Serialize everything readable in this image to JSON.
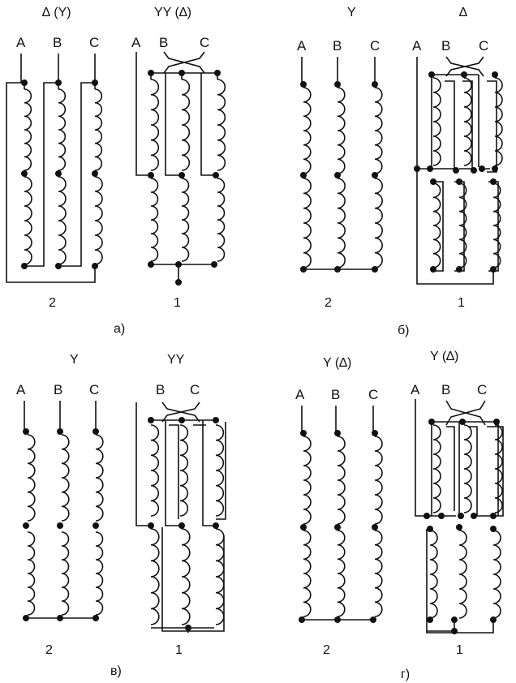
{
  "panels": [
    {
      "id": "a",
      "letter": "а)",
      "left": {
        "header": "∆ (Y)",
        "terminals": [
          "A",
          "B",
          "C"
        ],
        "number": "2"
      },
      "right": {
        "header": "YY (∆)",
        "terminals": [
          "A",
          "B",
          "C"
        ],
        "number": "1"
      }
    },
    {
      "id": "b",
      "letter": "б)",
      "left": {
        "header": "Y",
        "terminals": [
          "A",
          "B",
          "C"
        ],
        "number": "2"
      },
      "right": {
        "header": "∆",
        "terminals": [
          "A",
          "B",
          "C"
        ],
        "number": "1"
      }
    },
    {
      "id": "v",
      "letter": "в)",
      "left": {
        "header": "Y",
        "terminals": [
          "A",
          "B",
          "C"
        ],
        "number": "2"
      },
      "right": {
        "header": "YY",
        "terminals": [
          "B",
          "C"
        ],
        "number": "1"
      }
    },
    {
      "id": "g",
      "letter": "г)",
      "left": {
        "header": "Y (∆)",
        "terminals": [
          "A",
          "B",
          "C"
        ],
        "number": "2"
      },
      "right": {
        "header": "Y (∆)",
        "terminals": [
          "A",
          "B",
          "C"
        ],
        "number": "1"
      }
    }
  ],
  "colors": {
    "ink": "#111111",
    "background": "#ffffff"
  }
}
